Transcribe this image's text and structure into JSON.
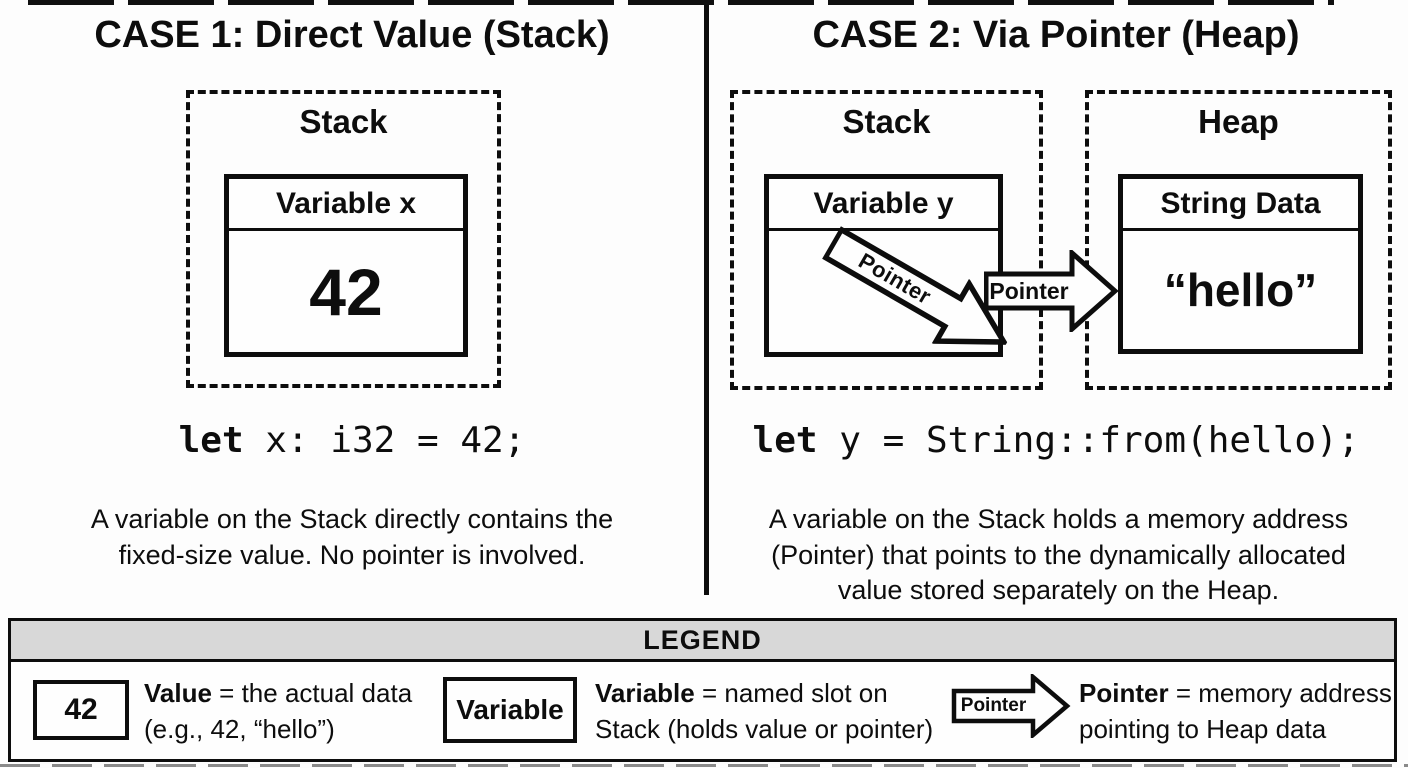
{
  "colors": {
    "ink": "#0d0d0d",
    "paper": "#fdfdfd",
    "legend_header_bg": "#d8d8d8"
  },
  "case1": {
    "title": "CASE 1: Direct Value (Stack)",
    "region_label": "Stack",
    "value_box": {
      "header": "Variable x",
      "value": "42"
    },
    "code": {
      "keyword": "let",
      "rest": " x: i32 = 42;"
    },
    "caption": "A variable on the Stack directly contains the fixed-size value. No pointer is involved."
  },
  "case2": {
    "title": "CASE 2: Via Pointer (Heap)",
    "stack_label": "Stack",
    "heap_label": "Heap",
    "variable_box": {
      "header": "Variable y",
      "pointer_label": "Pointer"
    },
    "transfer_arrow_label": "Pointer",
    "heap_box": {
      "header": "String Data",
      "value": "“hello”"
    },
    "code": {
      "keyword": "let",
      "rest": " y = String::from(hello);"
    },
    "caption": "A variable on the Stack holds a memory address (Pointer) that points to the dynamically allocated value stored separately on the Heap."
  },
  "legend": {
    "title": "LEGEND",
    "items": [
      {
        "icon": "value-box",
        "icon_label": "42",
        "term": "Value",
        "desc": "= the actual data (e.g., 42, “hello”)"
      },
      {
        "icon": "variable-box",
        "icon_label": "Variable",
        "term": "Variable",
        "desc": "= named slot on Stack (holds value or pointer)"
      },
      {
        "icon": "pointer-arrow",
        "icon_label": "Pointer",
        "term": "Pointer",
        "desc": "= memory address pointing to Heap data"
      }
    ]
  }
}
